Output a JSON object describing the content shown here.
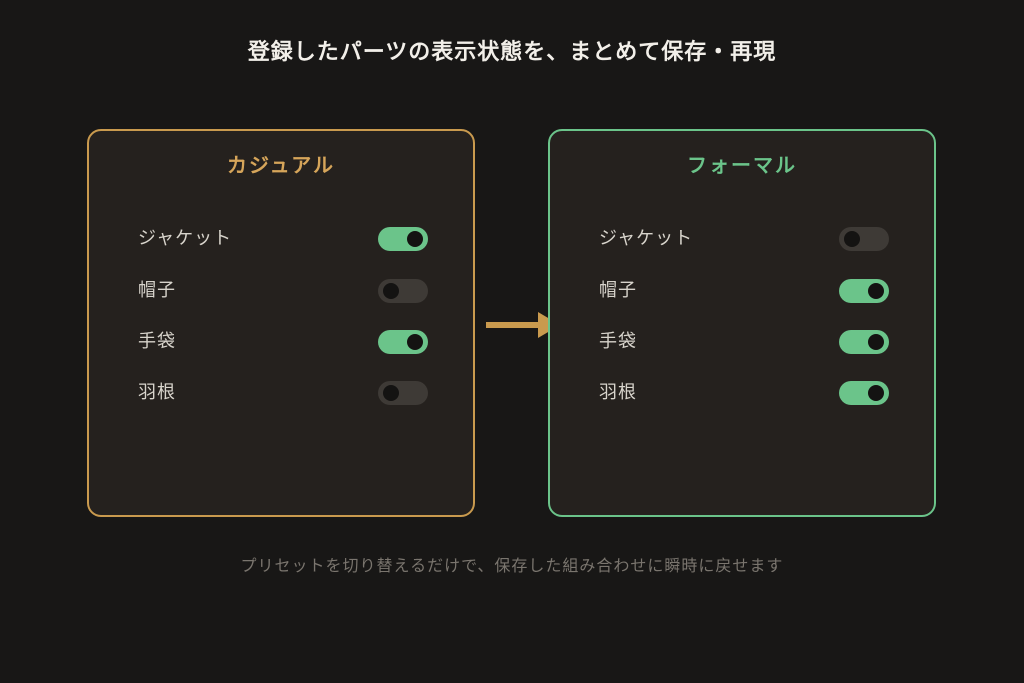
{
  "title": "登録したパーツの表示状態を、まとめて保存・再現",
  "presets": [
    {
      "name": "カジュアル",
      "accent": "#c99a4e",
      "items": [
        {
          "label": "ジャケット",
          "on": true
        },
        {
          "label": "帽子",
          "on": false
        },
        {
          "label": "手袋",
          "on": true
        },
        {
          "label": "羽根",
          "on": false
        }
      ]
    },
    {
      "name": "フォーマル",
      "accent": "#6bc48a",
      "items": [
        {
          "label": "ジャケット",
          "on": false
        },
        {
          "label": "帽子",
          "on": true
        },
        {
          "label": "手袋",
          "on": true
        },
        {
          "label": "羽根",
          "on": true
        }
      ]
    }
  ],
  "arrow_icon": "arrow-right-icon",
  "caption": "プリセットを切り替えるだけで、保存した組み合わせに瞬時に戻せます",
  "colors": {
    "background": "#181716",
    "panel": "#25211e",
    "toggle_on": "#6bc48a",
    "toggle_off": "#3e3a36",
    "arrow": "#c99a4e"
  }
}
